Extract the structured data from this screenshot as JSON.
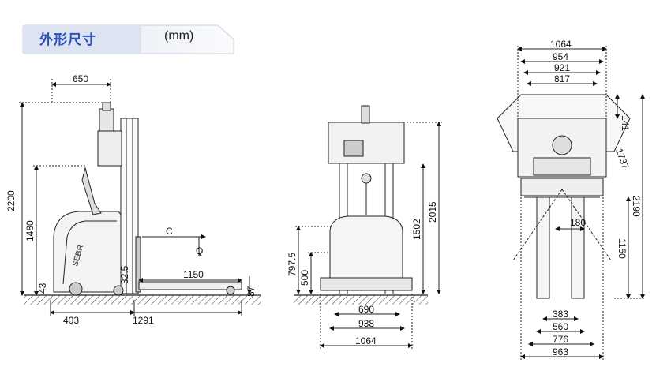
{
  "header": {
    "title": "外形尺寸",
    "unit": "(mm)"
  },
  "side_view": {
    "dims": {
      "top_width": "650",
      "overall_height": "2200",
      "height_1480": "1480",
      "bottom_height": "43",
      "rear_length": "403",
      "wheelbase_length": "1291",
      "fork_length": "1150",
      "fork_height_label": "32.5",
      "ground_87": "87",
      "label_c": "C",
      "label_q": "Q"
    },
    "brand_text": "SEBR"
  },
  "front_view": {
    "dims": {
      "mast_height": "2015",
      "mid_height": "1502",
      "side_797": "797.5",
      "side_500": "500",
      "width_690": "690",
      "width_938": "938",
      "width_1064": "1064"
    }
  },
  "top_view": {
    "dims": {
      "w1064": "1064",
      "w954": "954",
      "w921": "921",
      "w817": "817",
      "right_141": "141",
      "diag_1737": "1737",
      "overall_2190": "2190",
      "fork_1150": "1150",
      "gap_180": "180",
      "w383": "383",
      "w560": "560",
      "w776": "776",
      "w963": "963"
    }
  }
}
